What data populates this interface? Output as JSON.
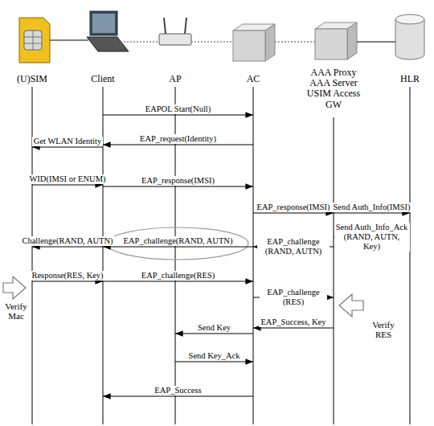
{
  "diagram": {
    "nodes": [
      {
        "text": [
          "(U)SIM"
        ]
      },
      {
        "text": [
          "Client"
        ]
      },
      {
        "text": [
          "AP"
        ]
      },
      {
        "text": [
          "AC"
        ]
      },
      {
        "text": [
          "AAA Proxy AAA Server USIM Access GW"
        ]
      },
      {
        "text": [
          "HLR"
        ]
      }
    ],
    "edges": [
      {
        "from": 1,
        "to": 3,
        "arrow": "to",
        "label": "EAPOL Start(Null)"
      },
      {
        "from": 3,
        "to": 1,
        "arrow": "to",
        "label": "EAP_request(Identity)"
      },
      {
        "from": 1,
        "to": 0,
        "arrow": "to",
        "label": "Get WLAN Identity"
      },
      {
        "from": 0,
        "to": 1,
        "arrow": "to",
        "label": "WID(IMSI or ENUM)"
      },
      {
        "from": 1,
        "to": 3,
        "arrow": "to",
        "label": "EAP_response(IMSI)"
      },
      {
        "from": 3,
        "to": 4,
        "arrow": "to",
        "label": "EAP_response(IMSI)"
      },
      {
        "from": 4,
        "to": 5,
        "arrow": "to",
        "label": "Send Auth_Info(IMSI)"
      },
      {
        "from": 5,
        "to": 4,
        "arrow": "to",
        "label": "Send Auth_Info_Ack (RAND, AUTN, Key)"
      },
      {
        "from": 4,
        "to": 3,
        "arrow": "to",
        "label": "EAP_challenge (RAND, AUTN)"
      },
      {
        "from": 3,
        "to": 1,
        "arrow": "to",
        "label": "EAP_challenge(RAND, AUTN)"
      },
      {
        "from": 1,
        "to": 0,
        "arrow": "to",
        "label": "Challenge(RAND, AUTN)"
      },
      {
        "from": 0,
        "to": 1,
        "arrow": "to",
        "label": "Response(RES, Key)"
      },
      {
        "from": 1,
        "to": 3,
        "arrow": "to",
        "label": "EAP_challenge(RES)"
      },
      {
        "from": 3,
        "to": 4,
        "arrow": "to",
        "label": "EAP_challenge (RES)"
      },
      {
        "from": 4,
        "to": 3,
        "arrow": "to",
        "label": "EAP_Success, Key"
      },
      {
        "from": 3,
        "to": 2,
        "arrow": "to",
        "label": "Send Key"
      },
      {
        "from": 2,
        "to": 3,
        "arrow": "to",
        "label": "Send Key_Ack"
      },
      {
        "from": 3,
        "to": 1,
        "arrow": "to",
        "label": "EAP_Success"
      }
    ],
    "labels": [
      "Verify Mac",
      "Verify RES"
    ]
  }
}
